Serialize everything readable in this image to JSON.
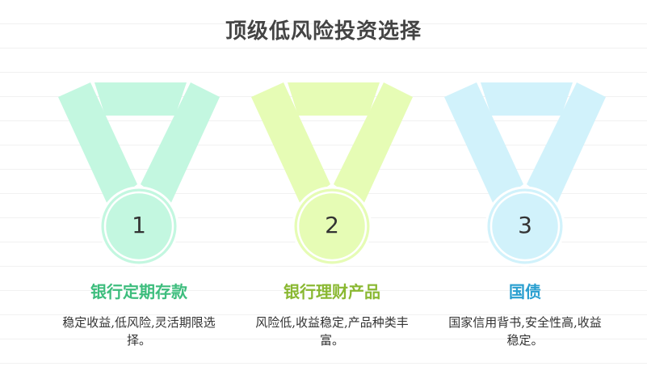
{
  "title": "顶级低风险投资选择",
  "items": [
    {
      "number": "1",
      "name": "银行定期存款",
      "description": "稳定收益,低风险,灵活期限选择。",
      "fill": "#c3f7e0",
      "accent": "#3dbd7d"
    },
    {
      "number": "2",
      "name": "银行理财产品",
      "description": "风险低,收益稳定,产品种类丰富。",
      "fill": "#e6fcb5",
      "accent": "#8ab832"
    },
    {
      "number": "3",
      "name": "国债",
      "description": "国家信用背书,安全性高,收益稳定。",
      "fill": "#d1f2fb",
      "accent": "#2a9fd0"
    }
  ]
}
